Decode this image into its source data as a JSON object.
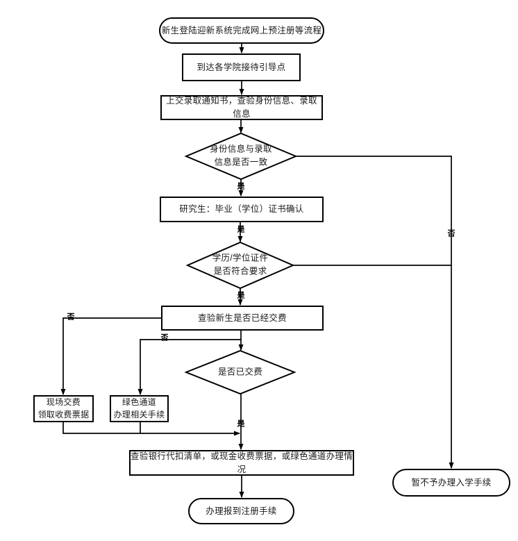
{
  "colors": {
    "line": "#000000",
    "text": "#1a1a1a",
    "background": "#ffffff"
  },
  "nodes": {
    "start": {
      "label": "新生登陆迎新系统完成网上预注册等流程"
    },
    "arrive": {
      "label": "到达各学院接待引导点"
    },
    "submit": {
      "label": "上交录取通知书，查验身份信息、录取信息"
    },
    "check_identity": {
      "line1": "身份信息与录取",
      "line2": "信息是否一致"
    },
    "grad_confirm": {
      "label": "研究生：毕业（学位）证书确认"
    },
    "check_certificate": {
      "line1": "学历/学位证件",
      "line2": "是否符合要求"
    },
    "check_payment": {
      "label": "查验新生是否已经交费"
    },
    "paid_decision": {
      "label": "是否已交费"
    },
    "onsite_payment": {
      "line1": "现场交费",
      "line2": "领取收费票据"
    },
    "green_channel": {
      "line1": "绿色通道",
      "line2": "办理相关手续"
    },
    "verify_receipt": {
      "label": "查验银行代扣清单，或现金收费票据，或绿色通道办理情况"
    },
    "register": {
      "label": "办理报到注册手续"
    },
    "defer": {
      "label": "暂不予办理入学手续"
    }
  },
  "edge_labels": {
    "yes": "是",
    "no": "否"
  }
}
